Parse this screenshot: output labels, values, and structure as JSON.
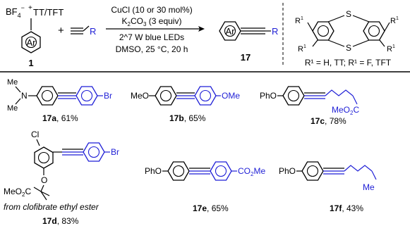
{
  "header": {
    "reagent_bf4": "BF",
    "reagent_bf4_sub": "4",
    "reagent_bf4_sup": "−",
    "reagent_plus_sup": "+",
    "reagent_tt": "TT/TFT",
    "reagent_ar": "Ar",
    "reagent_number": "1",
    "plus": "+",
    "alkyne_r": "R",
    "condition_catalyst": "CuCl (10 or 30 mol%)",
    "condition_base_pre": "K",
    "condition_base_sub1": "2",
    "condition_base_mid": "CO",
    "condition_base_sub2": "3",
    "condition_base_post": " (3 equiv)",
    "condition_light": "2^7 W blue LEDs",
    "condition_solvent": "DMSO, 25 °C, 20 h",
    "product_ar": "Ar",
    "product_r": "R",
    "product_number": "17",
    "thianthrene_s": "S",
    "thianthrene_r": "R",
    "thianthrene_r_sup": "1",
    "thianthrene_legend": "R¹ = H, TT; R¹ = F, TFT"
  },
  "products": [
    {
      "id": "17a",
      "yield": ", 61%",
      "left_group": "N",
      "me1": "Me",
      "me2": "Me",
      "right_group": "Br"
    },
    {
      "id": "17b",
      "yield": ", 65%",
      "left_group": "MeO",
      "right_group": "OMe"
    },
    {
      "id": "17c",
      "yield": ", 78%",
      "left_group": "PhO",
      "right_group": "MeO",
      "right_group_sub": "2",
      "right_group_tail": "C"
    },
    {
      "id": "17d",
      "yield": ", 83%",
      "top_group": "Cl",
      "o_atom": "O",
      "ester": "MeO",
      "ester_sub": "2",
      "ester_tail": "C",
      "right_group": "Br",
      "note": "from clofibrate ethyl ester"
    },
    {
      "id": "17e",
      "yield": ", 65%",
      "left_group": "PhO",
      "right_group": "CO",
      "right_group_sub": "2",
      "right_group_tail": "Me"
    },
    {
      "id": "17f",
      "yield": ", 43%",
      "left_group": "PhO",
      "right_group": "Me"
    }
  ],
  "colors": {
    "black": "#000000",
    "blue": "#1f1fd6"
  }
}
